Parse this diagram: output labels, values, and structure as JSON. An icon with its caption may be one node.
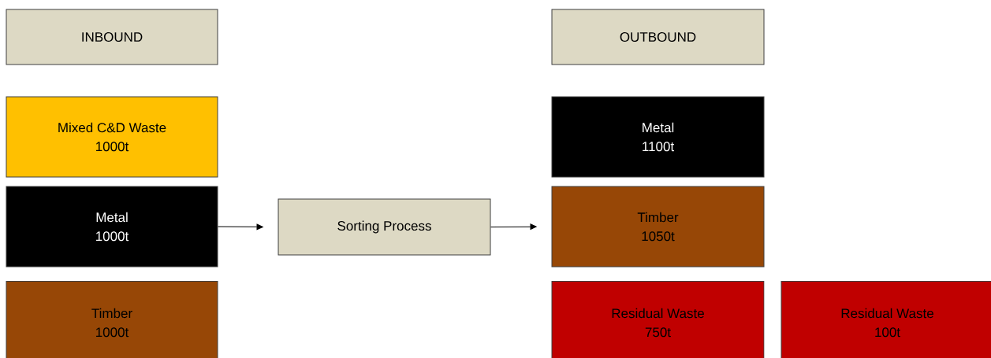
{
  "diagram": {
    "nodes": [
      {
        "text": [
          "INBOUND"
        ]
      },
      {
        "text": [
          "Mixed C&D Waste",
          "1000t"
        ]
      },
      {
        "text": [
          "Metal",
          "1000t"
        ]
      },
      {
        "text": [
          "Timber",
          "1000t"
        ]
      },
      {
        "text": [
          "Sorting Process"
        ]
      },
      {
        "text": [
          "OUTBOUND"
        ]
      },
      {
        "text": [
          "Metal",
          "1100t"
        ]
      },
      {
        "text": [
          "Timber",
          "1050t"
        ]
      },
      {
        "text": [
          "Residual Waste",
          "750t"
        ]
      },
      {
        "text": [
          "Residual Waste",
          "100t"
        ]
      }
    ],
    "edges": [
      {
        "from": 2,
        "to": 4,
        "arrow": "to"
      },
      {
        "from": 4,
        "to": 7,
        "arrow": "to"
      }
    ]
  }
}
